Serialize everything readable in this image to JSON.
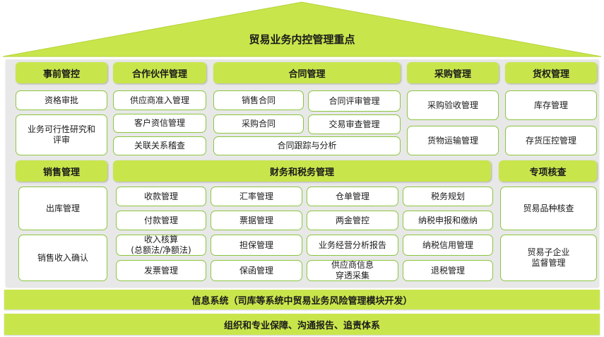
{
  "title": "贸易业务内控管理重点",
  "headers": {
    "pre_control": "事前管控",
    "partner": "合作伙伴管理",
    "contract": "合同管理",
    "procurement": "采购管理",
    "goods_rights": "货权管理",
    "sales": "销售管理",
    "finance_tax": "财务和税务管理",
    "special_review": "专项核查"
  },
  "pre_control": [
    "资格审批",
    "业务可行性研究和\n评审"
  ],
  "partner": [
    "供应商准入管理",
    "客户资信管理",
    "关联关系稽查"
  ],
  "contract": {
    "sales_contract": "销售合同",
    "contract_review": "合同评审管理",
    "purchase_contract": "采购合同",
    "transaction_review": "交易审查管理",
    "tracking": "合同跟踪与分析"
  },
  "procurement": [
    "采购验收管理",
    "货物运输管理"
  ],
  "goods_rights": [
    "库存管理",
    "存货压控管理"
  ],
  "sales": [
    "出库管理",
    "销售收入确认"
  ],
  "finance": {
    "col1": [
      "收款管理",
      "付款管理",
      "收入核算\n(总额法/净额法)",
      "发票管理"
    ],
    "col2": [
      "汇率管理",
      "票据管理",
      "担保管理",
      "保函管理"
    ],
    "col3": [
      "仓单管理",
      "两金管控",
      "业务经营分析报告",
      "供应商信息\n穿透采集"
    ],
    "col4": [
      "税务规划",
      "纳税申报和缴纳",
      "纳税信用管理",
      "退税管理"
    ]
  },
  "special_review": [
    "贸易品种核查",
    "贸易子企业\n监督管理"
  ],
  "bands": {
    "info_system": "信息系统（司库等系统中贸易业务风险管理模块开发）",
    "org": "组织和专业保障、沟通报告、追责体系"
  },
  "colors": {
    "accent": "#c8e64c",
    "cell_border": "#8cc63f",
    "panel": "#e8e8e8"
  }
}
